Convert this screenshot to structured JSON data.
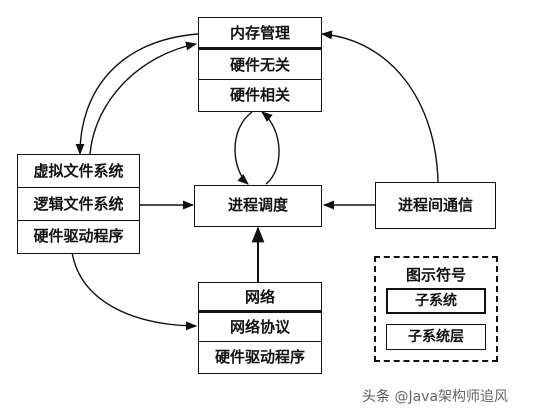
{
  "memory": {
    "title": "内存管理",
    "rows": [
      "硬件无关",
      "硬件相关"
    ]
  },
  "vfs": {
    "rows": [
      "虚拟文件系统",
      "逻辑文件系统",
      "硬件驱动程序"
    ]
  },
  "scheduler": {
    "title": "进程调度"
  },
  "ipc": {
    "title": "进程间通信"
  },
  "network": {
    "title": "网络",
    "rows": [
      "网络协议",
      "硬件驱动程序"
    ]
  },
  "legend": {
    "title": "图示符号",
    "subsystem": "子系统",
    "subsystem_layer": "子系统层"
  },
  "watermark": {
    "prefix": "头条",
    "text": "@Java架构师追风"
  }
}
